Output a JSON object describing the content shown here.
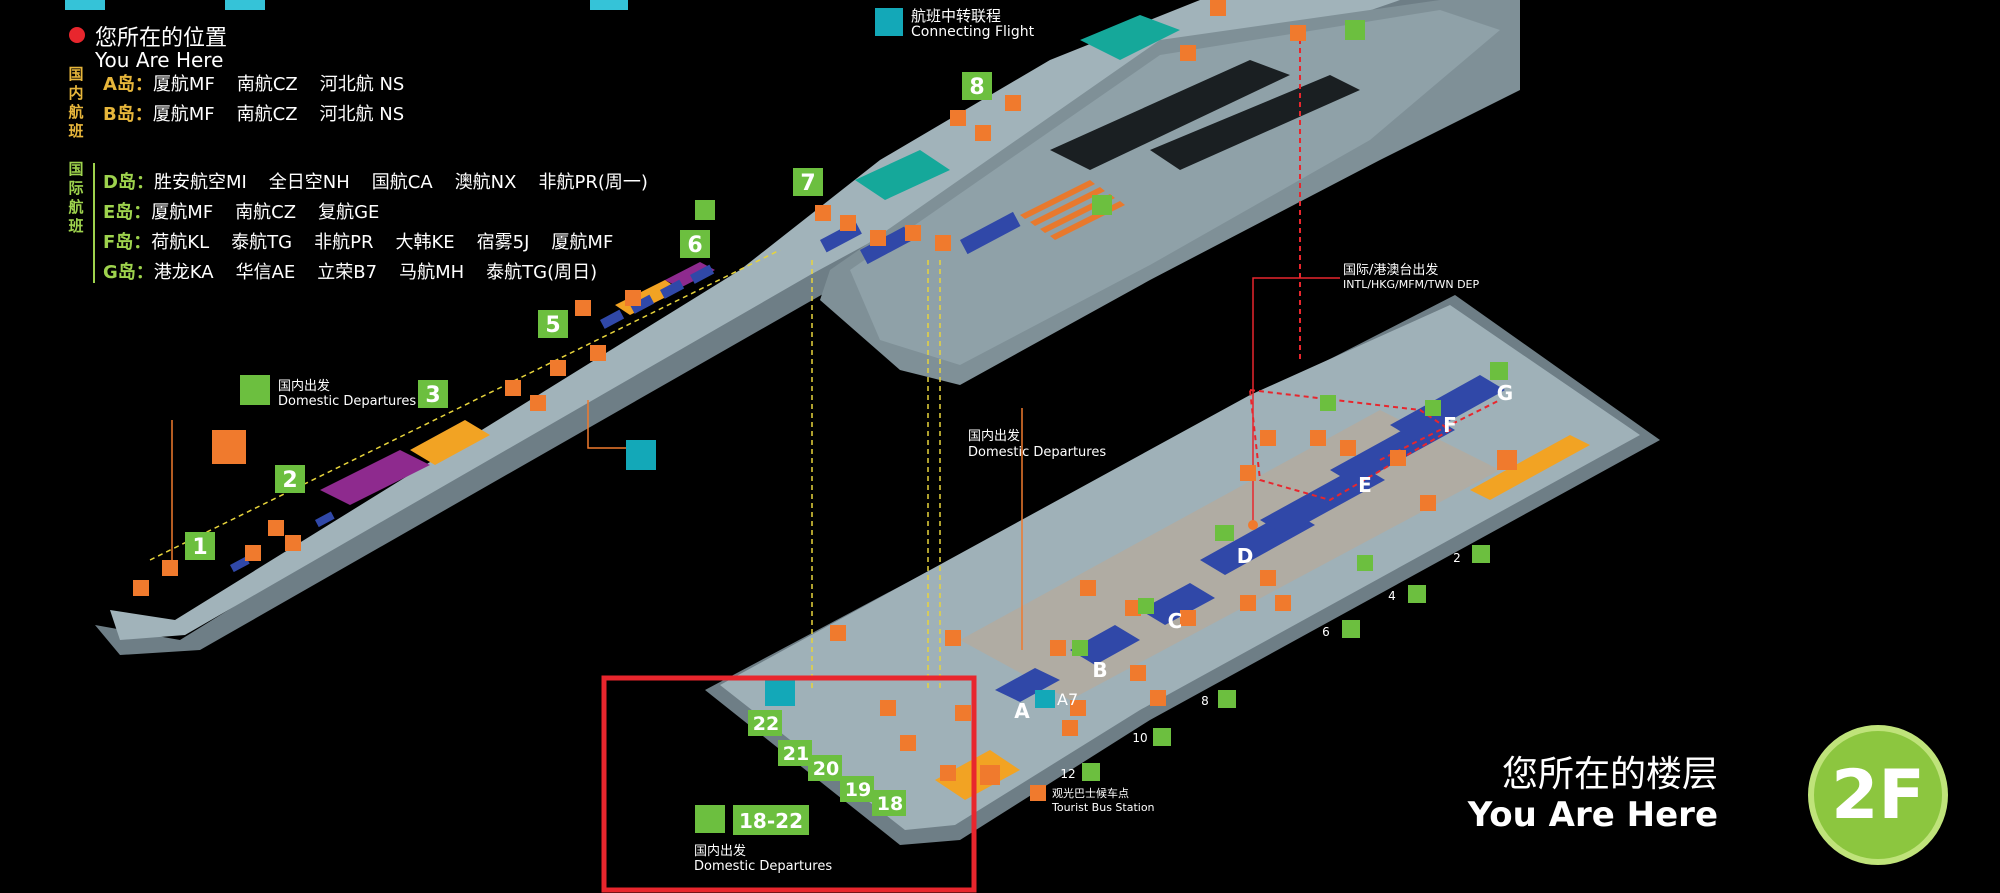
{
  "you_are_here": {
    "zh": "您所在的位置",
    "en": "You Are Here"
  },
  "connecting_flight": {
    "zh": "航班中转联程",
    "en": "Connecting Flight"
  },
  "groups": {
    "domestic_label": [
      "国",
      "内",
      "航",
      "班"
    ],
    "intl_label": [
      "国",
      "际",
      "航",
      "班"
    ]
  },
  "islands": [
    {
      "label": "A岛：",
      "color": "yellow",
      "airlines": [
        "厦航MF",
        "南航CZ",
        "河北航 NS"
      ]
    },
    {
      "label": "B岛：",
      "color": "yellow",
      "airlines": [
        "厦航MF",
        "南航CZ",
        "河北航 NS"
      ]
    },
    {
      "label": "D岛：",
      "color": "green",
      "airlines": [
        "胜安航空MI",
        "全日空NH",
        "国航CA",
        "澳航NX",
        "非航PR(周一)"
      ]
    },
    {
      "label": "E岛：",
      "color": "green",
      "airlines": [
        "厦航MF",
        "南航CZ",
        "复航GE"
      ]
    },
    {
      "label": "F岛：",
      "color": "green",
      "airlines": [
        "荷航KL",
        "泰航TG",
        "非航PR",
        "大韩KE",
        "宿雾5J",
        "厦航MF"
      ]
    },
    {
      "label": "G岛：",
      "color": "green",
      "airlines": [
        "港龙KA",
        "华信AE",
        "立荣B7",
        "马航MH",
        "泰航TG(周日)"
      ]
    }
  ],
  "map_labels": {
    "domestic_departures_zh": "国内出发",
    "domestic_departures_en": "Domestic Departures",
    "intl_dep_zh": "国际/港澳台出发",
    "intl_dep_en": "INTL/HKG/MFM/TWN DEP",
    "tourist_bus_zh": "观光巴士候车点",
    "tourist_bus_en": "Tourist Bus Station",
    "gate_range": "18-22",
    "a7": "A7"
  },
  "gates_top": [
    "1",
    "2",
    "3",
    "5",
    "6",
    "7",
    "8"
  ],
  "gates_bottom": [
    "22",
    "21",
    "20",
    "19",
    "18"
  ],
  "counter_islands": [
    "A",
    "B",
    "C",
    "D",
    "E",
    "F",
    "G"
  ],
  "door_numbers": [
    "2",
    "4",
    "6",
    "8",
    "10",
    "12"
  ],
  "floor": {
    "zh": "您所在的楼层",
    "en": "You Are Here",
    "level": "2F"
  },
  "colors": {
    "floor_slab": "#7c8c93",
    "walkway": "#a6b8be",
    "gate_green": "#6cbf3f",
    "service_orange": "#f07a2d",
    "counter_blue": "#3048a8",
    "highlight_red": "#e8262d",
    "zone_purple": "#8e2a8e",
    "zone_yellow": "#f2a323",
    "teal": "#13a8b8"
  }
}
